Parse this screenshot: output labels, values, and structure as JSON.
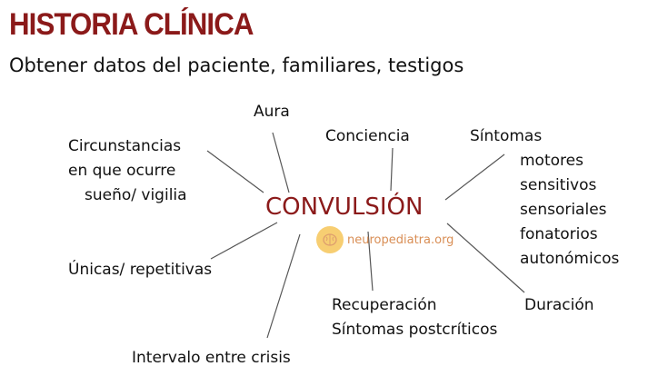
{
  "header": {
    "title": "HISTORIA CLÍNICA",
    "subtitle": "Obtener datos del paciente, familiares, testigos"
  },
  "diagram": {
    "center": "CONVULSIÓN",
    "aura": "Aura",
    "conciencia": "Conciencia",
    "sintomas": {
      "title": "Síntomas",
      "items": [
        "motores",
        "sensitivos",
        "sensoriales",
        "fonatorios",
        "autonómicos"
      ]
    },
    "circunstancias": [
      "Circunstancias",
      "en que ocurre",
      "sueño/ vigilia"
    ],
    "unicas": "Únicas/ repetitivas",
    "recuperacion": [
      "Recuperación",
      "Síntomas postcríticos"
    ],
    "duracion": "Duración",
    "intervalo": "Intervalo entre crisis"
  },
  "logo": {
    "text": "neuropediatra.org",
    "icon": "brain-icon"
  },
  "colors": {
    "accent": "#8b1a1a",
    "lines": "#555555",
    "logo_circle": "#f6c65a",
    "logo_text": "#d98e55"
  }
}
